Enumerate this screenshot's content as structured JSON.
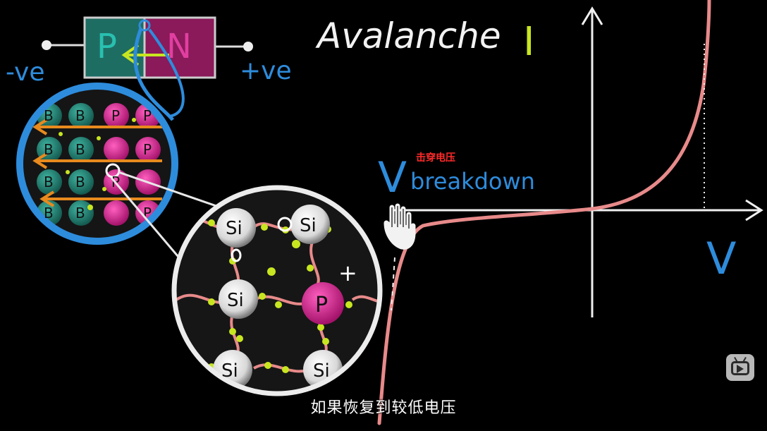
{
  "video": {
    "subtitle": "如果恢复到较低电压",
    "overlay_note": "击穿电压"
  },
  "board": {
    "title": "Avalanche",
    "current_axis_label": "I",
    "voltage_axis_label": "V",
    "breakdown_label_v": "V",
    "breakdown_label_sub": "breakdown",
    "terminal_negative": "-ve",
    "terminal_positive": "+ve",
    "diode_p_label": "P",
    "diode_n_label": "N",
    "atom_si": "Si",
    "atom_p": "P",
    "atom_b": "B",
    "plus_sign": "+"
  },
  "colors": {
    "background": "#000000",
    "curve": "#e88a8a",
    "teal": "#1e6d63",
    "magenta": "#cf2a8f",
    "blue": "#2e8cdc",
    "yellow_green": "#c8e620",
    "orange": "#e88a1e"
  },
  "icons": [
    "bilibili-tv-icon",
    "hand-cursor-icon"
  ]
}
